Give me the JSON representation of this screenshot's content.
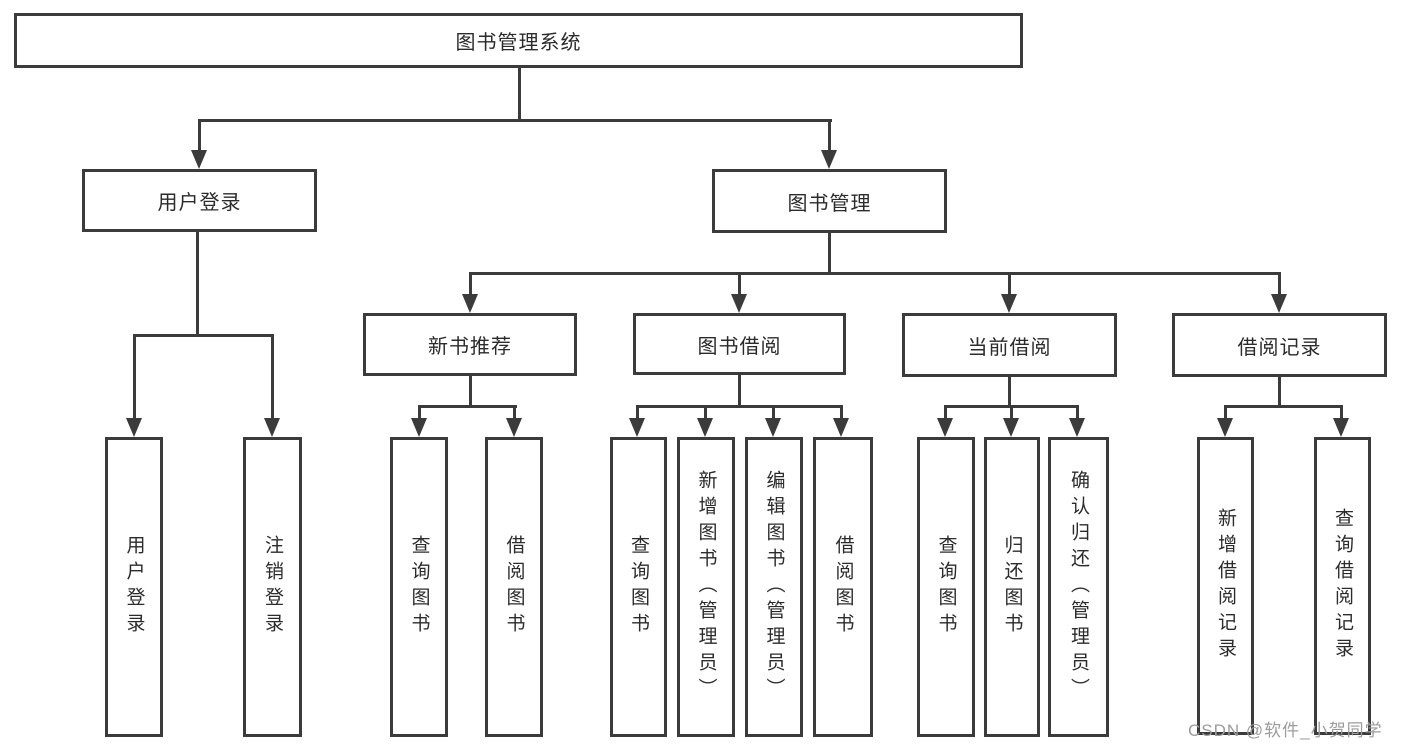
{
  "diagram": {
    "type": "hierarchy-tree",
    "root_label": "图书管理系统",
    "user_login": {
      "label": "用户登录",
      "children": [
        "用户登录",
        "注销登录"
      ]
    },
    "book_mgmt": {
      "label": "图书管理",
      "groups": [
        {
          "label": "新书推荐",
          "children": [
            "查询图书",
            "借阅图书"
          ]
        },
        {
          "label": "图书借阅",
          "children": [
            "查询图书",
            "新增图书（管理员）",
            "编辑图书（管理员）",
            "借阅图书"
          ]
        },
        {
          "label": "当前借阅",
          "children": [
            "查询图书",
            "归还图书",
            "确认归还（管理员）"
          ]
        },
        {
          "label": "借阅记录",
          "children": [
            "新增借阅记录",
            "查询借阅记录"
          ]
        }
      ]
    }
  },
  "watermark": {
    "text": "CSDN @软件_小贺同学",
    "color": "#9c9c9c"
  },
  "colors": {
    "line": "#3b3b3b",
    "box_border": "#3b3b3b",
    "text": "#2b2b2b",
    "background": "#ffffff"
  },
  "icons": {
    "arrowhead": "triangle-down"
  }
}
